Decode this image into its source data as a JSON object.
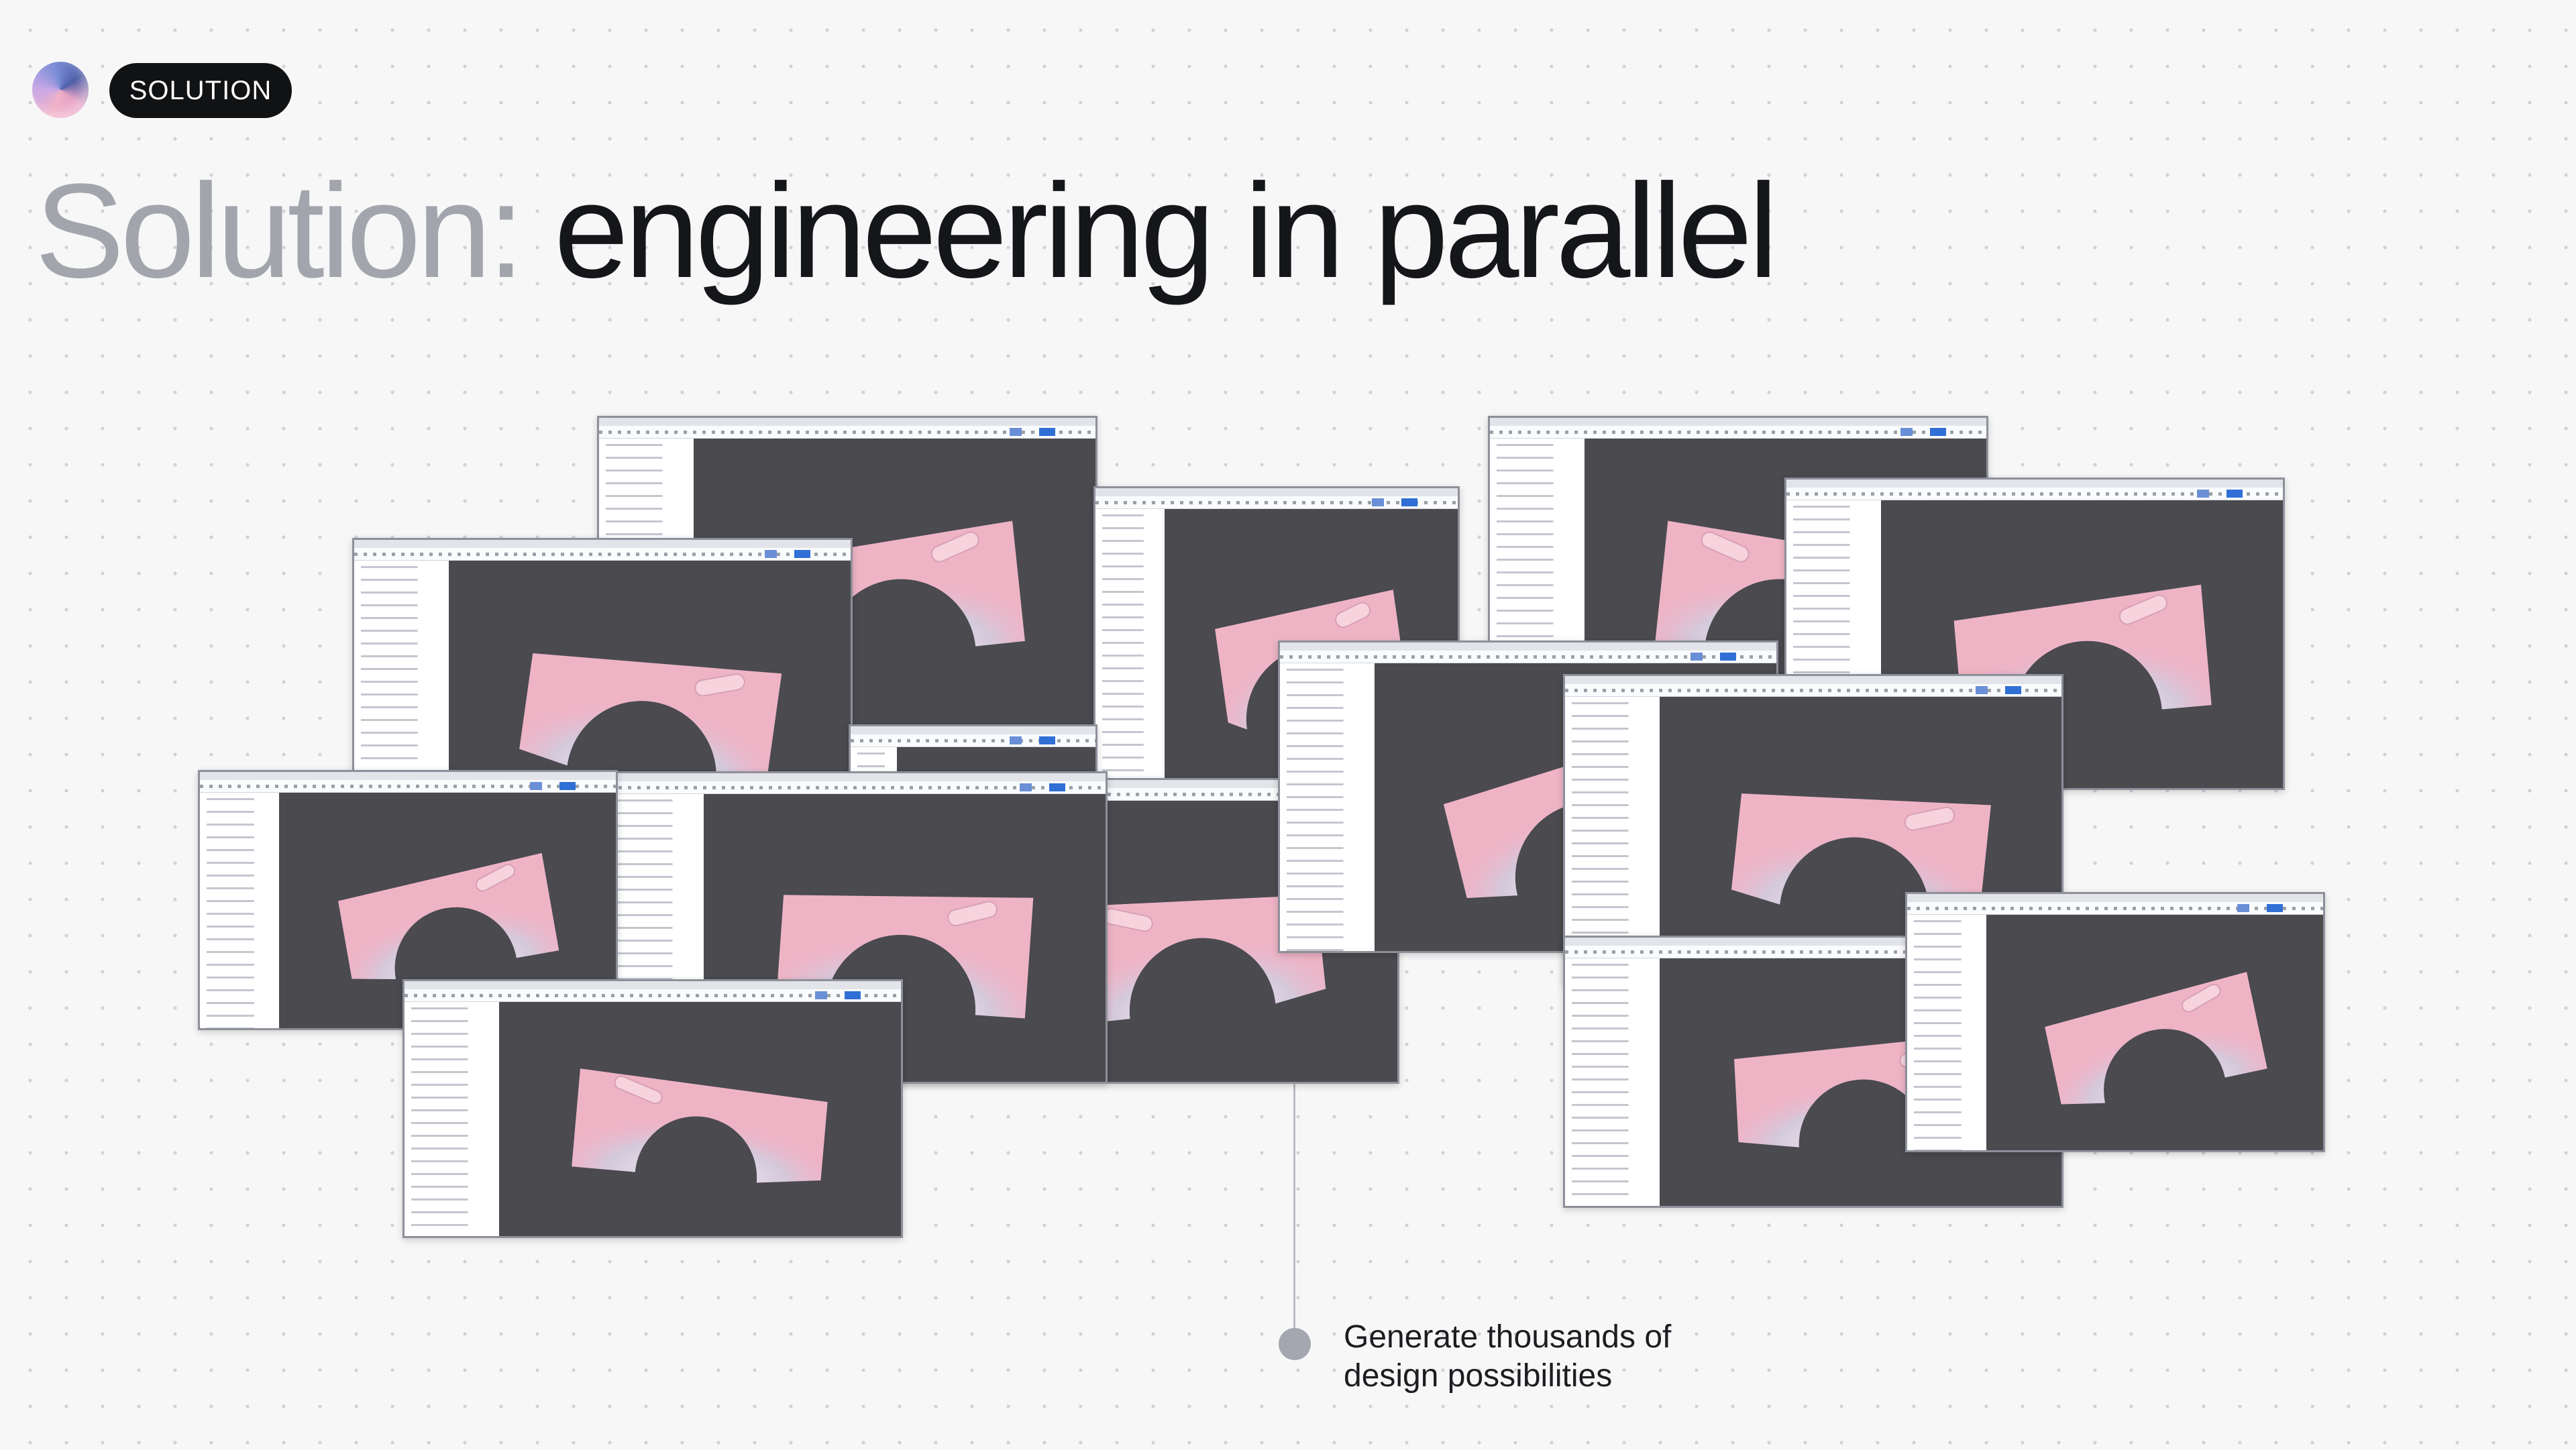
{
  "header": {
    "badge_label": "SOLUTION",
    "title_prefix": "Solution:",
    "title_main": "engineering in parallel"
  },
  "caption": {
    "line1": "Generate thousands of",
    "line2": "design possibilities"
  },
  "colors": {
    "part_pink": "#eeb4c6",
    "viewport": "#4a4a4f",
    "badge_bg": "#111214"
  }
}
